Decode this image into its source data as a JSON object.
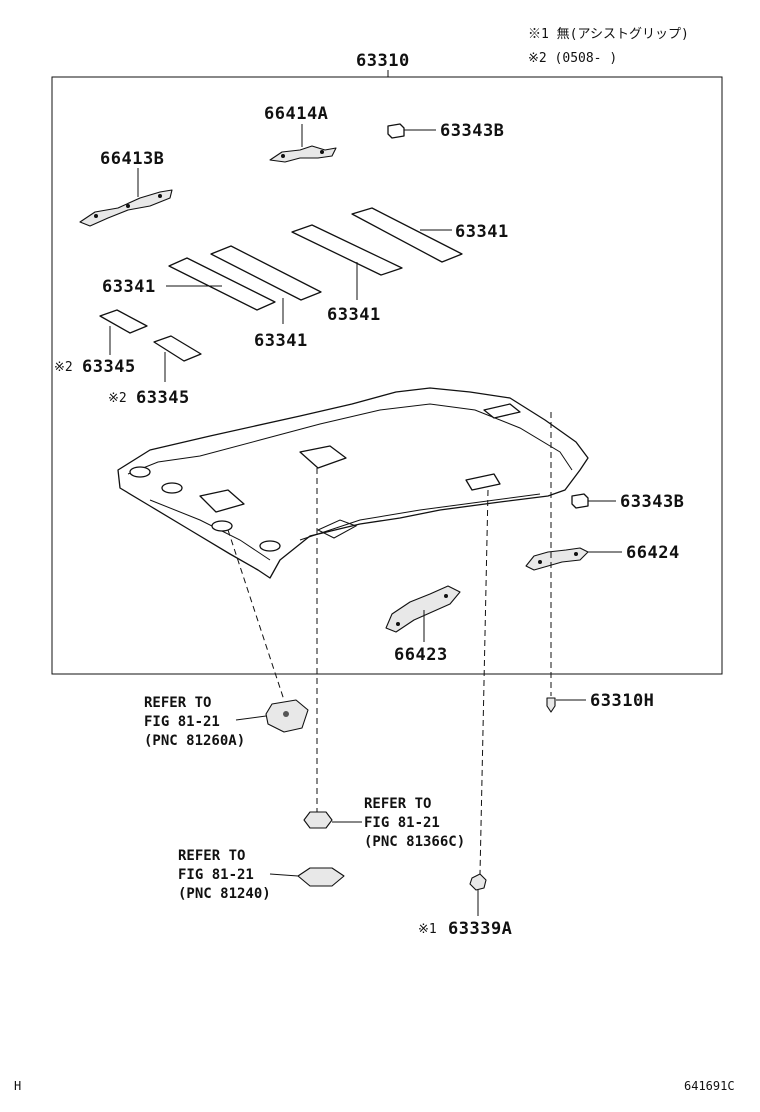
{
  "notes": {
    "note1": "※1 無(アシストグリップ)",
    "note2": "※2 (0508-     )"
  },
  "labels": {
    "main": "63310",
    "p66414A": "66414A",
    "p63343B_top": "63343B",
    "p66413B": "66413B",
    "p63341_a": "63341",
    "p63341_b": "63341",
    "p63341_c": "63341",
    "p63341_d": "63341",
    "p63345_a": "63345",
    "p63345_b": "63345",
    "mark2_a": "※2",
    "mark2_b": "※2",
    "p63343B_right": "63343B",
    "p66424": "66424",
    "p66423": "66423",
    "p63310H": "63310H",
    "p63339A": "63339A",
    "mark1": "※1"
  },
  "refs": {
    "r1": {
      "line1": "REFER TO",
      "line2": "FIG 81-21",
      "line3": "(PNC 81260A)"
    },
    "r2": {
      "line1": "REFER TO",
      "line2": "FIG 81-21",
      "line3": "(PNC 81366C)"
    },
    "r3": {
      "line1": "REFER TO",
      "line2": "FIG 81-21",
      "line3": "(PNC 81240)"
    }
  },
  "footer": {
    "left": "H",
    "right": "641691C"
  }
}
